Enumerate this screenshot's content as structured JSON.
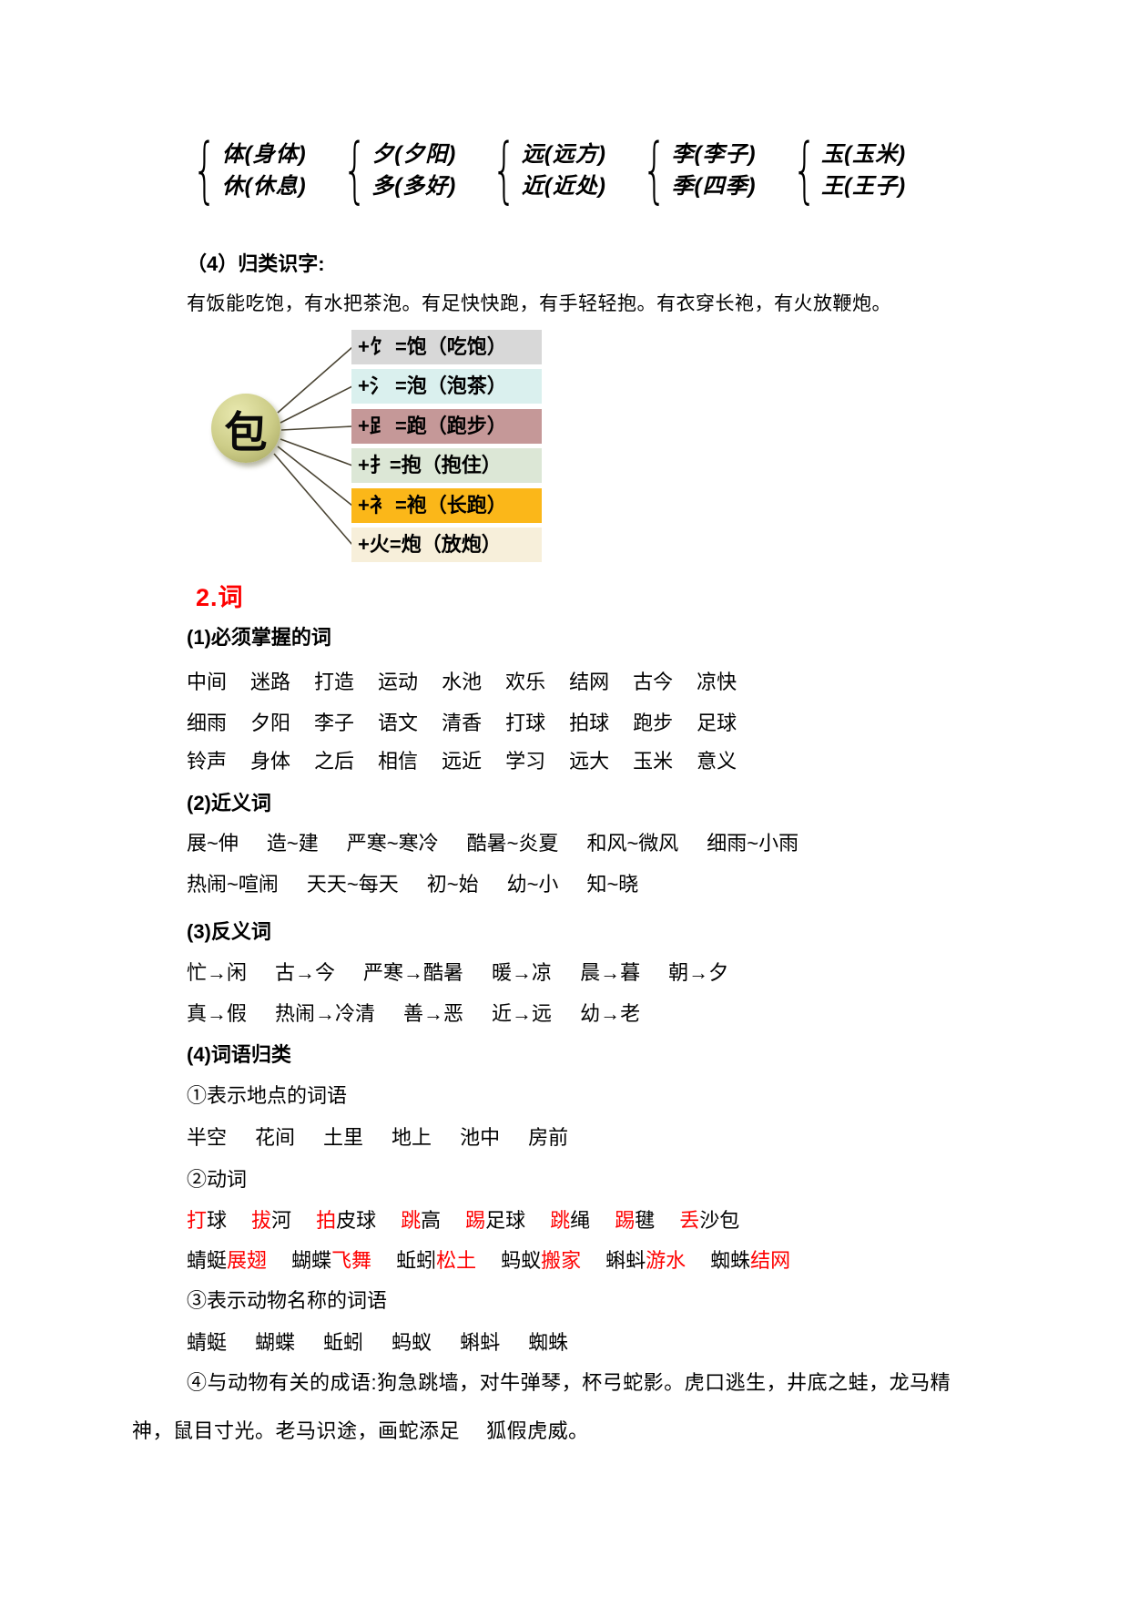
{
  "colors": {
    "accent_red": "#fe0000",
    "circle_fill": "#cccc87",
    "connector_line": "#4a4433"
  },
  "bracket_groups": [
    {
      "top": "体(身体)",
      "bottom": "休(休息)"
    },
    {
      "top": "夕(夕阳)",
      "bottom": "多(多好)"
    },
    {
      "top": "远(远方)",
      "bottom": "近(近处)"
    },
    {
      "top": "李(李子)",
      "bottom": "季(四季)"
    },
    {
      "top": "玉(玉米)",
      "bottom": "王(王子)"
    }
  ],
  "guilei": {
    "heading": "（4）归类识字:",
    "rhyme": "有饭能吃饱，有水把茶泡。有足快快跑，有手轻轻抱。有衣穿长袍，有火放鞭炮。"
  },
  "diagram": {
    "base_char": "包",
    "rows": [
      {
        "text": "+饣 =饱（吃饱）",
        "color": "#d8d8d8"
      },
      {
        "text": "+氵 =泡（泡茶）",
        "color": "#daf0ee"
      },
      {
        "text": "+𧾷 =跑（跑步）",
        "color": "#c59898"
      },
      {
        "text": "+扌=抱（抱住）",
        "color": "#dce7d6"
      },
      {
        "text": "+衤 =袍（长跑）",
        "color": "#fbb719"
      },
      {
        "text": "+火=炮（放炮）",
        "color": "#f7efda"
      }
    ]
  },
  "word_section": {
    "title": "2.词",
    "sub1": "(1)必须掌握的词",
    "words_rows": [
      [
        "中间",
        "迷路",
        "打造",
        "运动",
        "水池",
        "欢乐",
        "结网",
        "古今",
        "凉快"
      ],
      [
        "细雨",
        "夕阳",
        "李子",
        "语文",
        "清香",
        "打球",
        "拍球",
        "跑步",
        "足球"
      ],
      [
        "铃声",
        "身体",
        "之后",
        "相信",
        "远近",
        "学习",
        "远大",
        "玉米",
        "意义"
      ]
    ],
    "sub2": "(2)近义词",
    "synonyms_rows": [
      [
        "展~伸",
        "造~建",
        "严寒~寒冷",
        "酷暑~炎夏",
        "和风~微风",
        "细雨~小雨"
      ],
      [
        "热闹~喧闹",
        "天天~每天",
        "初~始",
        "幼~小",
        "知~晓"
      ]
    ],
    "sub3": "(3)反义词",
    "antonyms_rows": [
      [
        "忙→闲",
        "古→今",
        "严寒→酷暑",
        "暖→凉",
        "晨→暮",
        "朝→夕"
      ],
      [
        "真→假",
        "热闹→冷清",
        "善→恶",
        "近→远",
        "幼→老"
      ]
    ],
    "sub4": "(4)词语归类",
    "cat1_heading": "①表示地点的词语",
    "location_words": [
      "半空",
      "花间",
      "土里",
      "地上",
      "池中",
      "房前"
    ],
    "cat2_heading": "②动词",
    "verbs_row1": [
      {
        "pre": "打",
        "post": "球"
      },
      {
        "pre": "拔",
        "post": "河"
      },
      {
        "pre": "拍",
        "post": "皮球"
      },
      {
        "pre": "跳",
        "post": "高"
      },
      {
        "pre": "踢",
        "post": "足球"
      },
      {
        "pre": "跳",
        "post": "绳"
      },
      {
        "pre": "踢",
        "post": "毽"
      },
      {
        "pre": "丢",
        "post": "沙包"
      }
    ],
    "verbs_row2": [
      {
        "pre": "蜻蜓",
        "post": "展翅"
      },
      {
        "pre": "蝴蝶",
        "post": "飞舞"
      },
      {
        "pre": "蚯蚓",
        "post": "松土"
      },
      {
        "pre": "蚂蚁",
        "post": "搬家"
      },
      {
        "pre": "蝌蚪",
        "post": "游水"
      },
      {
        "pre": "蜘蛛",
        "post": "结网"
      }
    ],
    "cat3_heading": "③表示动物名称的词语",
    "animal_words": [
      "蜻蜓",
      "蝴蝶",
      "蚯蚓",
      "蚂蚁",
      "蝌蚪",
      "蜘蛛"
    ],
    "cat4_line1": "④与动物有关的成语:狗急跳墙，对牛弹琴，杯弓蛇影。虎口逃生，井底之蛙，龙马精",
    "cat4_line2": "神，鼠目寸光。老马识途，画蛇添足　 狐假虎威。"
  }
}
